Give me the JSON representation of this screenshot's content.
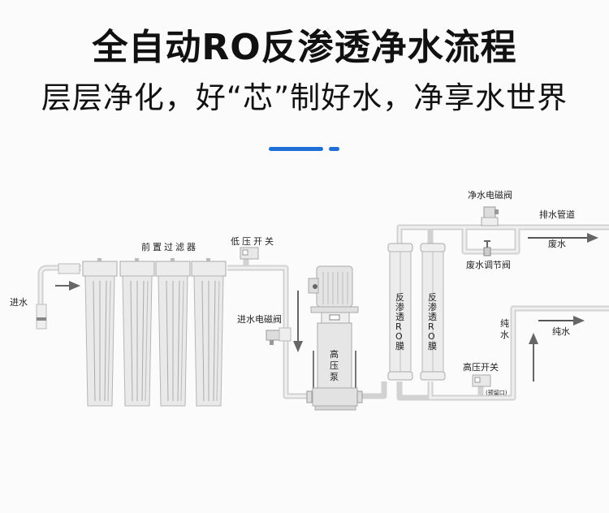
{
  "header": {
    "title": "全自动RO反渗透净水流程",
    "subtitle": "层层净化，好“芯”制好水，净享水世界",
    "accent_color": "#1e6fd6"
  },
  "diagram": {
    "labels": {
      "inlet": "进水",
      "prefilter": "前置过滤器",
      "low_pressure_switch": "低压开关",
      "inlet_solenoid_valve": "进水电磁阀",
      "high_pressure_pump": "高压泵",
      "ro_membrane_1": "反渗透RO膜",
      "ro_membrane_2": "反渗透RO膜",
      "pure_water_solenoid_valve": "净水电磁阀",
      "drain_pipe": "排水管道",
      "waste_water": "废水",
      "waste_water_regulating_valve": "废水调节阀",
      "pure_water_vertical": "纯水",
      "pure_water": "纯水",
      "high_pressure_switch": "高压开关",
      "reserved_port": "(预留口)"
    },
    "pipe_color": "#c9c9c9",
    "arrow_color": "#666666"
  }
}
